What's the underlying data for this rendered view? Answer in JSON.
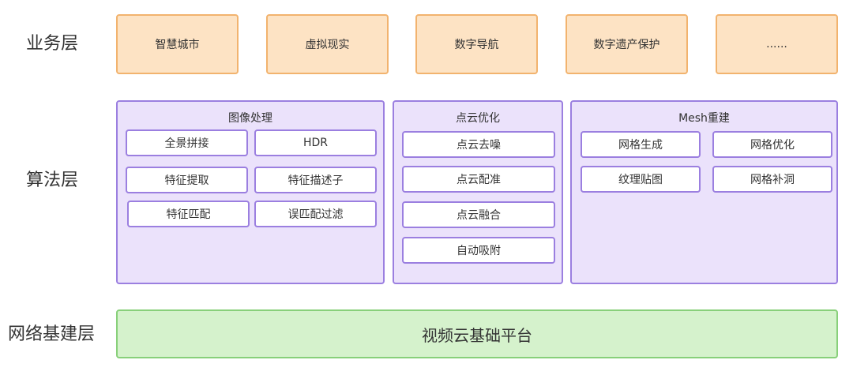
{
  "layers": {
    "business": "业务层",
    "algorithm": "算法层",
    "network": "网络基建层"
  },
  "business": {
    "items": [
      "智慧城市",
      "虚拟现实",
      "数字导航",
      "数字遗产保护",
      "......"
    ]
  },
  "algorithm": {
    "image_processing": {
      "title": "图像处理",
      "items": [
        "全景拼接",
        "HDR",
        "特征提取",
        "特征描述子",
        "特征匹配",
        "误匹配过滤"
      ]
    },
    "point_cloud": {
      "title": "点云优化",
      "items": [
        "点云去噪",
        "点云配准",
        "点云融合",
        "自动吸附"
      ]
    },
    "mesh": {
      "title": "Mesh重建",
      "items": [
        "网格生成",
        "网格优化",
        "纹理贴图",
        "网格补洞"
      ]
    }
  },
  "network": {
    "platform": "视频云基础平台"
  },
  "colors": {
    "business_fill": "#fde3c4",
    "business_border": "#f2b36e",
    "algorithm_fill": "#ebe2fb",
    "algorithm_border": "#9b7fe0",
    "network_fill": "#d5f2cc",
    "network_border": "#88d07a"
  }
}
